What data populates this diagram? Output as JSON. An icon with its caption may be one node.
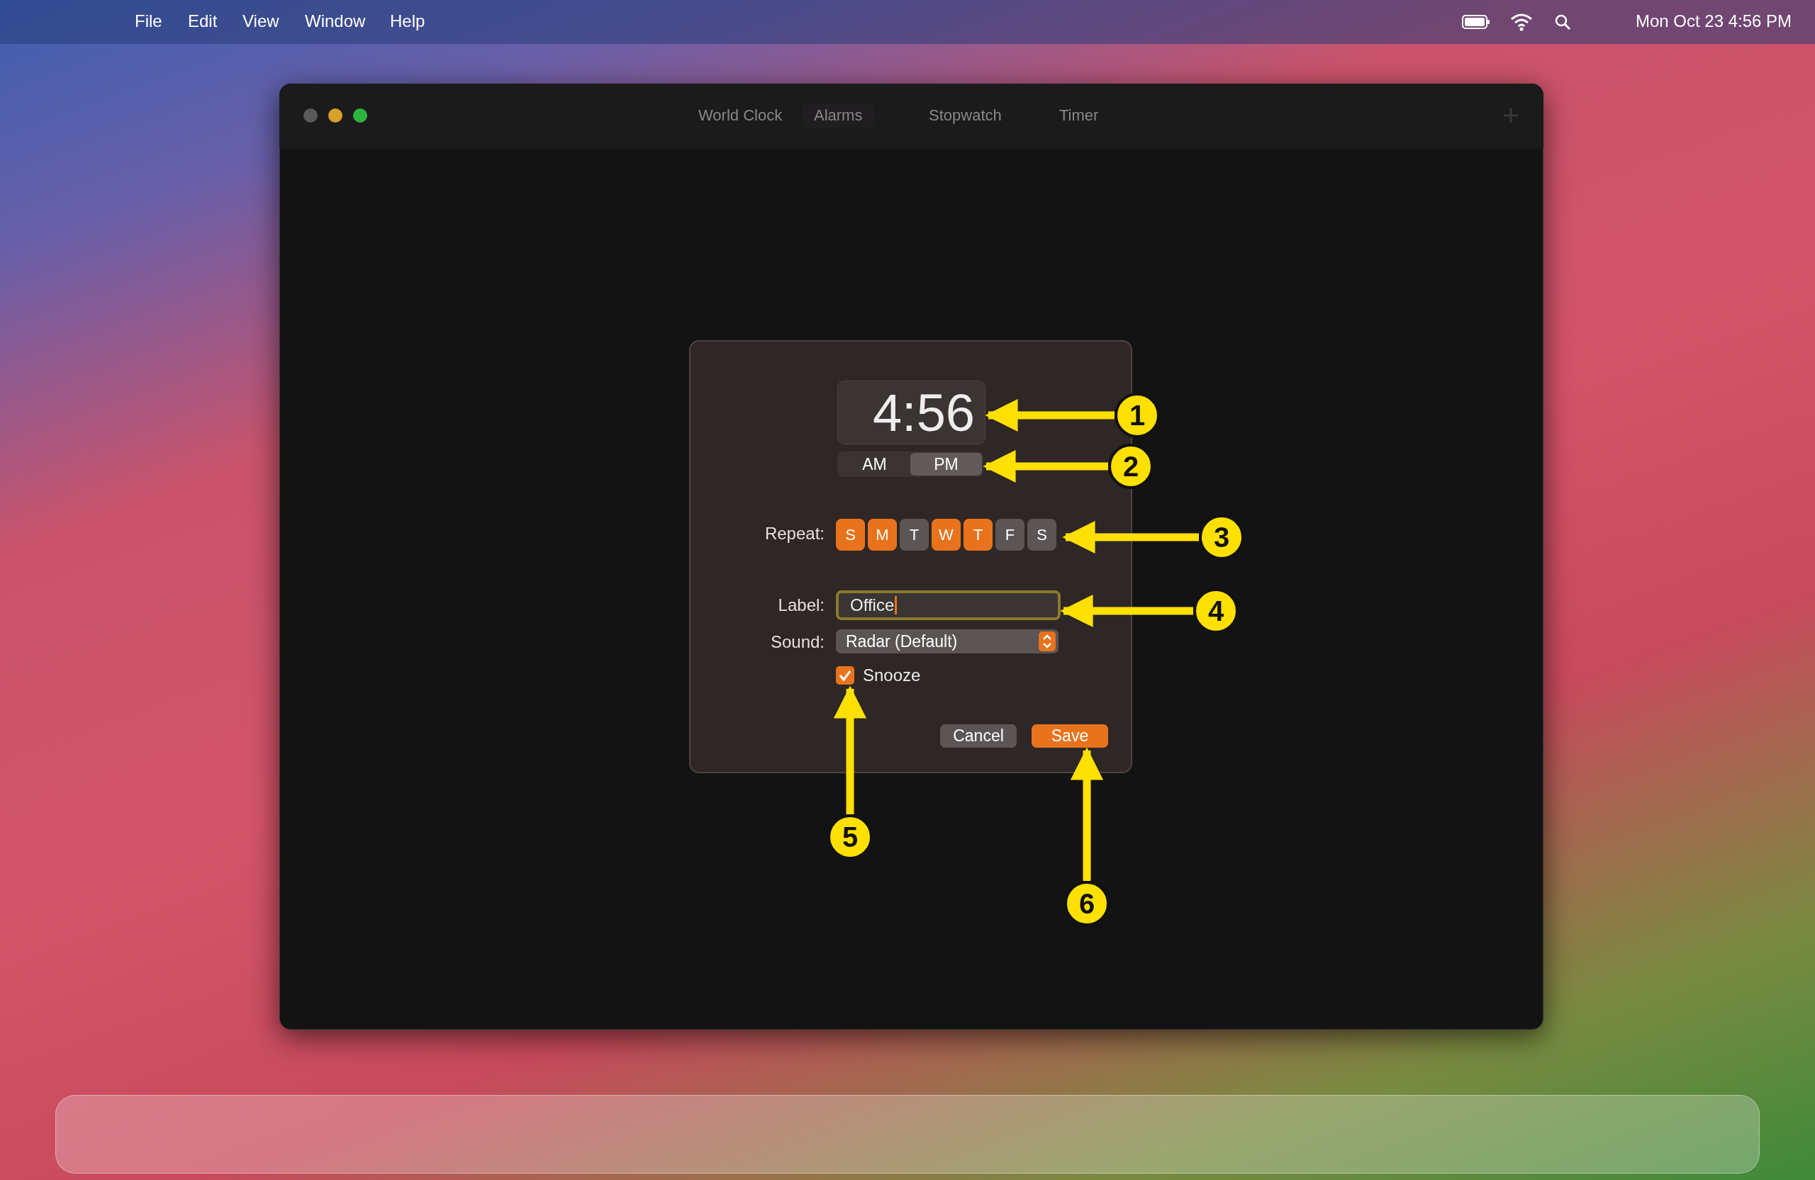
{
  "diagram": {
    "nodes": [
      {
        "text": [
          "4:56"
        ]
      },
      {
        "text": [
          "1"
        ]
      },
      {
        "text": [
          "AM",
          "PM"
        ]
      },
      {
        "text": [
          "2"
        ]
      },
      {
        "text": [
          "S",
          "M",
          "T",
          "W",
          "T",
          "F",
          "S"
        ]
      },
      {
        "text": [
          "3"
        ]
      },
      {
        "text": [
          "Office"
        ]
      },
      {
        "text": [
          "4"
        ]
      },
      {
        "text": [
          "Snooze"
        ]
      },
      {
        "text": [
          "Save"
        ]
      },
      {
        "text": [
          "5"
        ]
      },
      {
        "text": [
          "6"
        ]
      }
    ],
    "edges": [
      {
        "from": 1,
        "to": 0,
        "arrow": "to"
      },
      {
        "from": 3,
        "to": 2,
        "arrow": "to"
      },
      {
        "from": 5,
        "to": 4,
        "arrow": "to"
      },
      {
        "from": 7,
        "to": 6,
        "arrow": "to"
      },
      {
        "from": 10,
        "to": 8,
        "arrow": "to"
      },
      {
        "from": 11,
        "to": 9,
        "arrow": "to"
      }
    ],
    "labels": [
      "File",
      "Edit",
      "View",
      "Window",
      "Help",
      "Mon Oct 23 4:56 PM",
      "World Clock",
      "Alarms",
      "Stopwatch",
      "Timer",
      "Repeat:",
      "Label:",
      "Sound:",
      "Radar (Default)",
      "Cancel"
    ]
  }
}
